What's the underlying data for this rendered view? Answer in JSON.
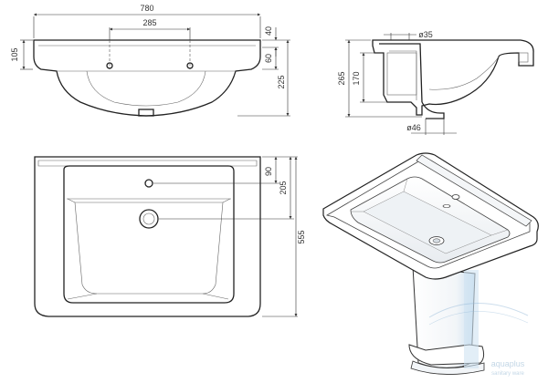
{
  "front_view": {
    "overall_width": "780",
    "tap_spacing": "285",
    "rim_thickness": "40",
    "front_height": "105",
    "tap_offset": "60",
    "total_height": "225"
  },
  "section_view": {
    "overflow_diameter": "ø35",
    "outer_height": "265",
    "inner_height": "170",
    "waste_diameter": "ø46"
  },
  "plan_view": {
    "tap_hole_offset": "90",
    "waste_offset": "205",
    "overall_depth": "555"
  },
  "watermark": {
    "text": "aquaplus",
    "caption": "sanitary ware"
  }
}
